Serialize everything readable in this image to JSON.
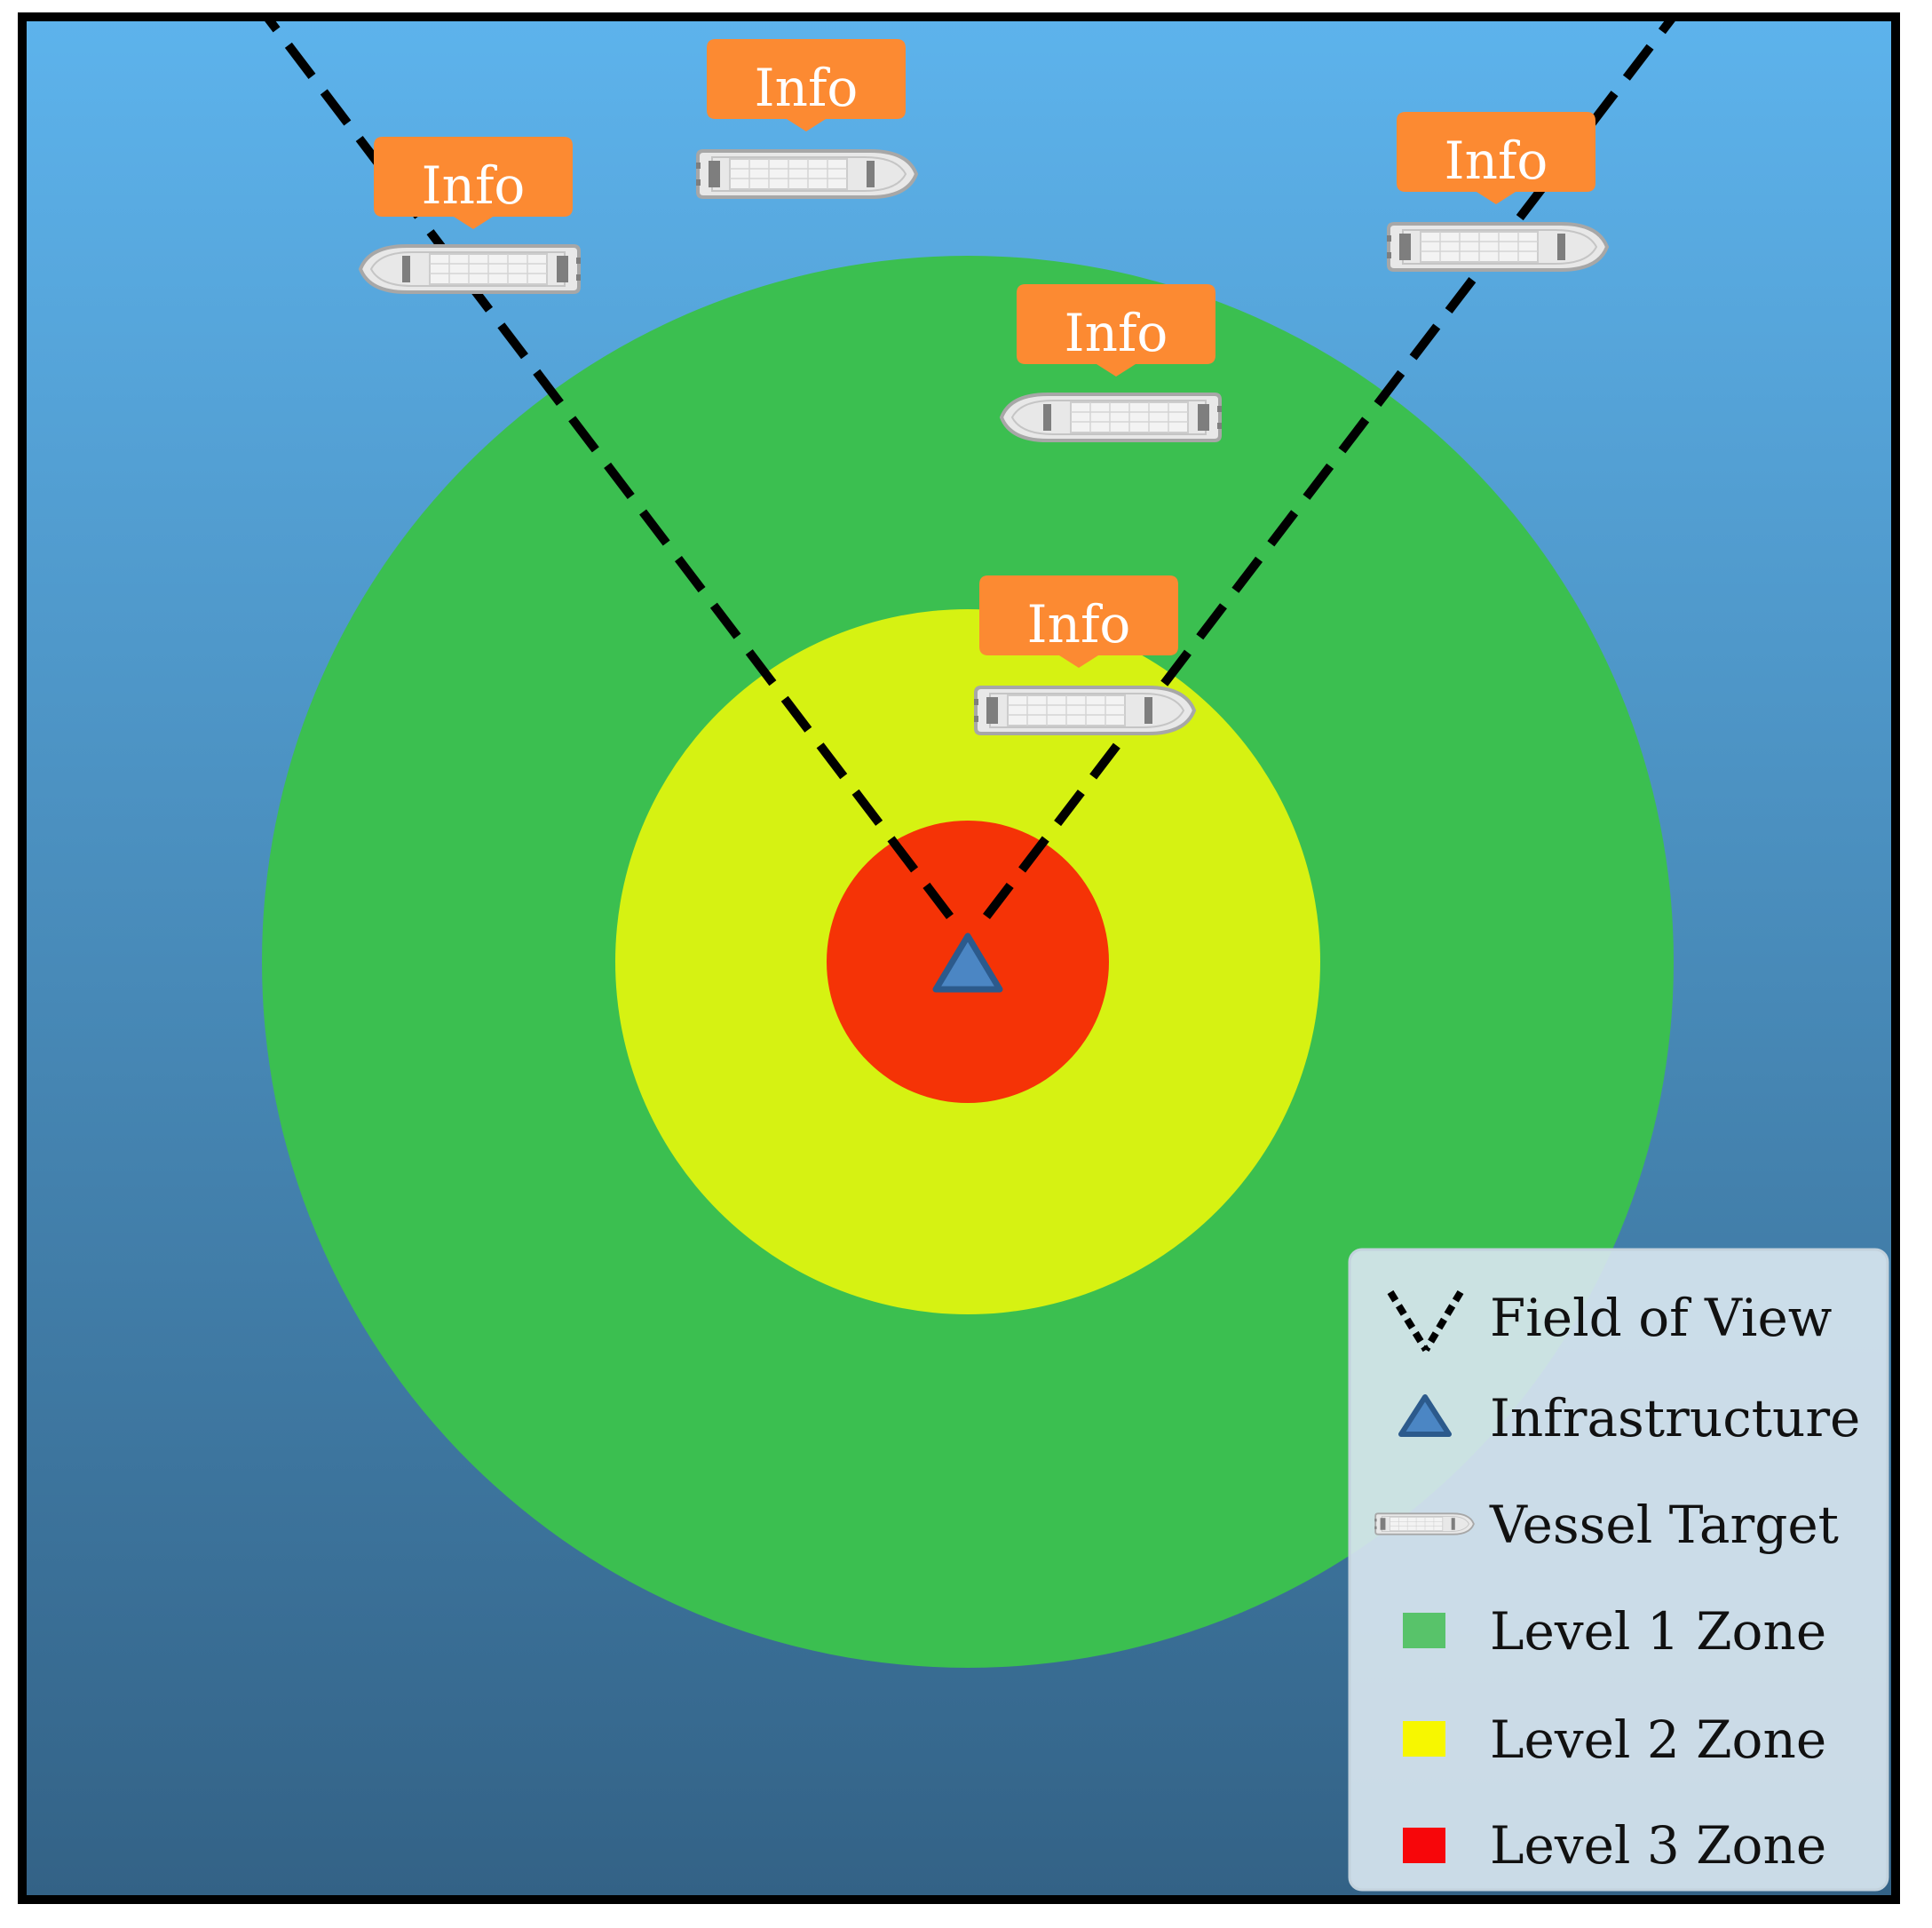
{
  "colors": {
    "sea_top": "#5db3ec",
    "sea_bottom": "#336286",
    "level1": "#3bbf50",
    "level2": "#d6f212",
    "level3": "#f53306",
    "infrastructure_fill": "#4b86c4",
    "infrastructure_stroke": "#2c5a8c",
    "info_badge": "#fc8a32",
    "info_text": "#ffffff",
    "legend_bg": "#d6e4ee",
    "legend_text": "#111111"
  },
  "icons": {
    "fov": "dashed-v-lines-icon",
    "infrastructure": "triangle-icon",
    "vessel": "ship-icon"
  },
  "vessels": [
    {
      "info_label": "Info"
    },
    {
      "info_label": "Info"
    },
    {
      "info_label": "Info"
    },
    {
      "info_label": "Info"
    },
    {
      "info_label": "Info"
    }
  ],
  "legend": {
    "items": [
      {
        "label": "Field of View",
        "icon": "fov-icon"
      },
      {
        "label": "Infrastructure",
        "icon": "triangle-icon"
      },
      {
        "label": "Vessel Target",
        "icon": "ship-icon"
      },
      {
        "label": "Level 1 Zone",
        "color": "#58c36a"
      },
      {
        "label": "Level 2 Zone",
        "color": "#f7f700"
      },
      {
        "label": "Level 3 Zone",
        "color": "#f7060a"
      }
    ]
  }
}
